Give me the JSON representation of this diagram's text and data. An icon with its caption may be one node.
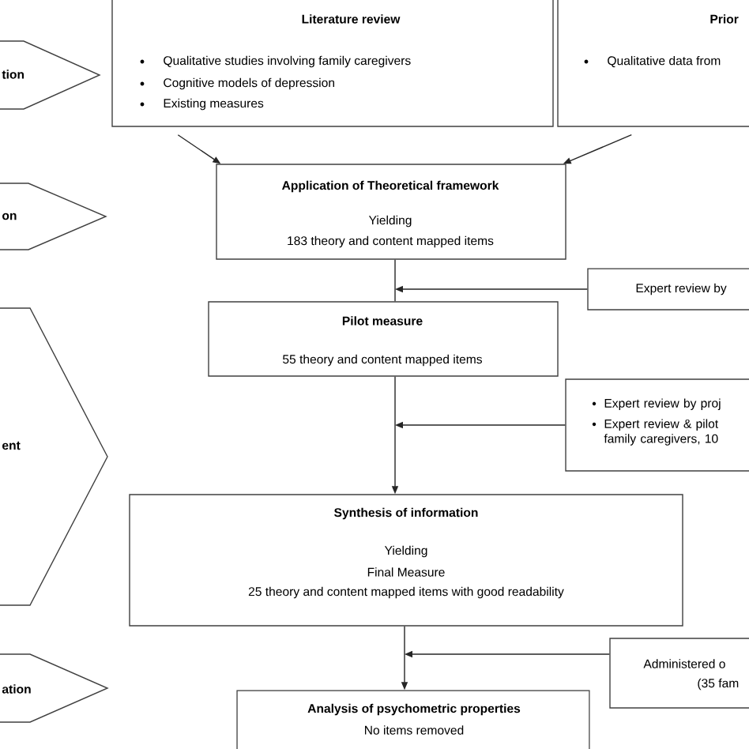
{
  "diagram": {
    "nodes": [
      {
        "text": [
          "tion"
        ]
      },
      {
        "text": [
          "on"
        ]
      },
      {
        "text": [
          "ent"
        ]
      },
      {
        "text": [
          "ation"
        ]
      },
      {
        "text": [
          "Literature review",
          "Qualitative studies involving family caregivers",
          "Cognitive models of depression",
          "Existing measures"
        ]
      },
      {
        "text": [
          "Prior",
          "Qualitative data from"
        ]
      },
      {
        "text": [
          "Application of Theoretical framework",
          "Yielding",
          "183 theory and content mapped items"
        ]
      },
      {
        "text": [
          "Expert review by"
        ]
      },
      {
        "text": [
          "Pilot measure",
          "55 theory and content mapped items"
        ]
      },
      {
        "text": [
          "Expert review by proj",
          "Expert review & pilot family caregivers, 10"
        ]
      },
      {
        "text": [
          "Synthesis of information",
          "Yielding",
          "Final Measure",
          "25 theory and content mapped items with good readability"
        ]
      },
      {
        "text": [
          "Administered o",
          "(35 fam"
        ]
      },
      {
        "text": [
          "Analysis of psychometric properties",
          "No items removed"
        ]
      }
    ],
    "edges": [
      {
        "from": 4,
        "to": 6,
        "arrow": "to"
      },
      {
        "from": 5,
        "to": 6,
        "arrow": "to"
      },
      {
        "from": 6,
        "to": 8,
        "arrow": "none"
      },
      {
        "from": 7,
        "to": 8,
        "arrow": "to"
      },
      {
        "from": 8,
        "to": 10,
        "arrow": "to"
      },
      {
        "from": 9,
        "to": null,
        "arrow": "to"
      },
      {
        "from": 10,
        "to": 12,
        "arrow": "to"
      },
      {
        "from": 11,
        "to": null,
        "arrow": "to"
      }
    ]
  }
}
